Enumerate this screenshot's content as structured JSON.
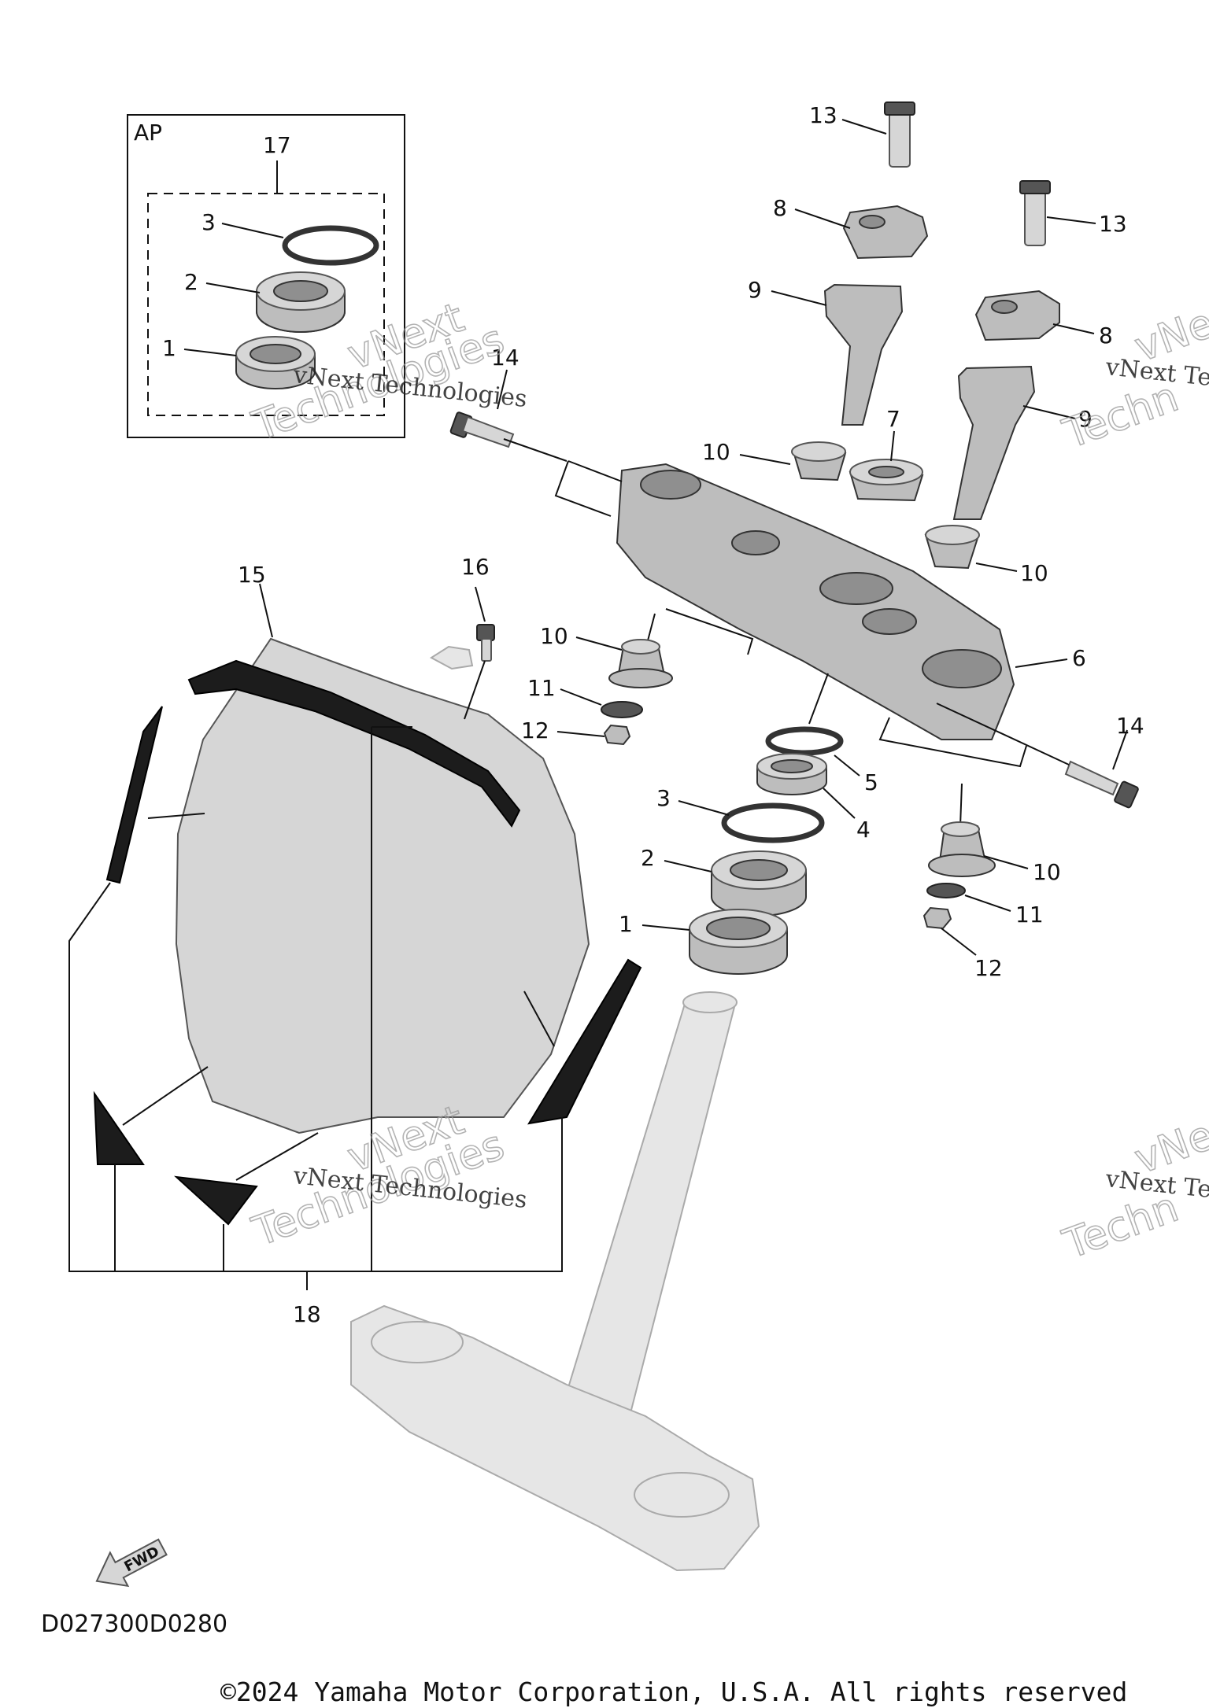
{
  "diagram": {
    "inset_label": "AP",
    "callouts": {
      "c1": "1",
      "c2": "2",
      "c3": "3",
      "c4": "4",
      "c5": "5",
      "c6": "6",
      "c7": "7",
      "c8": "8",
      "c9": "9",
      "c10": "10",
      "c11": "11",
      "c12": "12",
      "c13": "13",
      "c14": "14",
      "c15": "15",
      "c16": "16",
      "c17": "17",
      "c18": "18"
    },
    "fwd_label": "FWD",
    "diagram_code": "D027300D0280",
    "copyright": "©2024 Yamaha Motor Corporation, U.S.A. All rights reserved"
  },
  "watermark": {
    "line1": "vNext Technologies",
    "line2a": "vNext",
    "line2b": "Technologies",
    "partial1": "vNext Te",
    "partial2": "vNe",
    "partial3": "Techn"
  }
}
